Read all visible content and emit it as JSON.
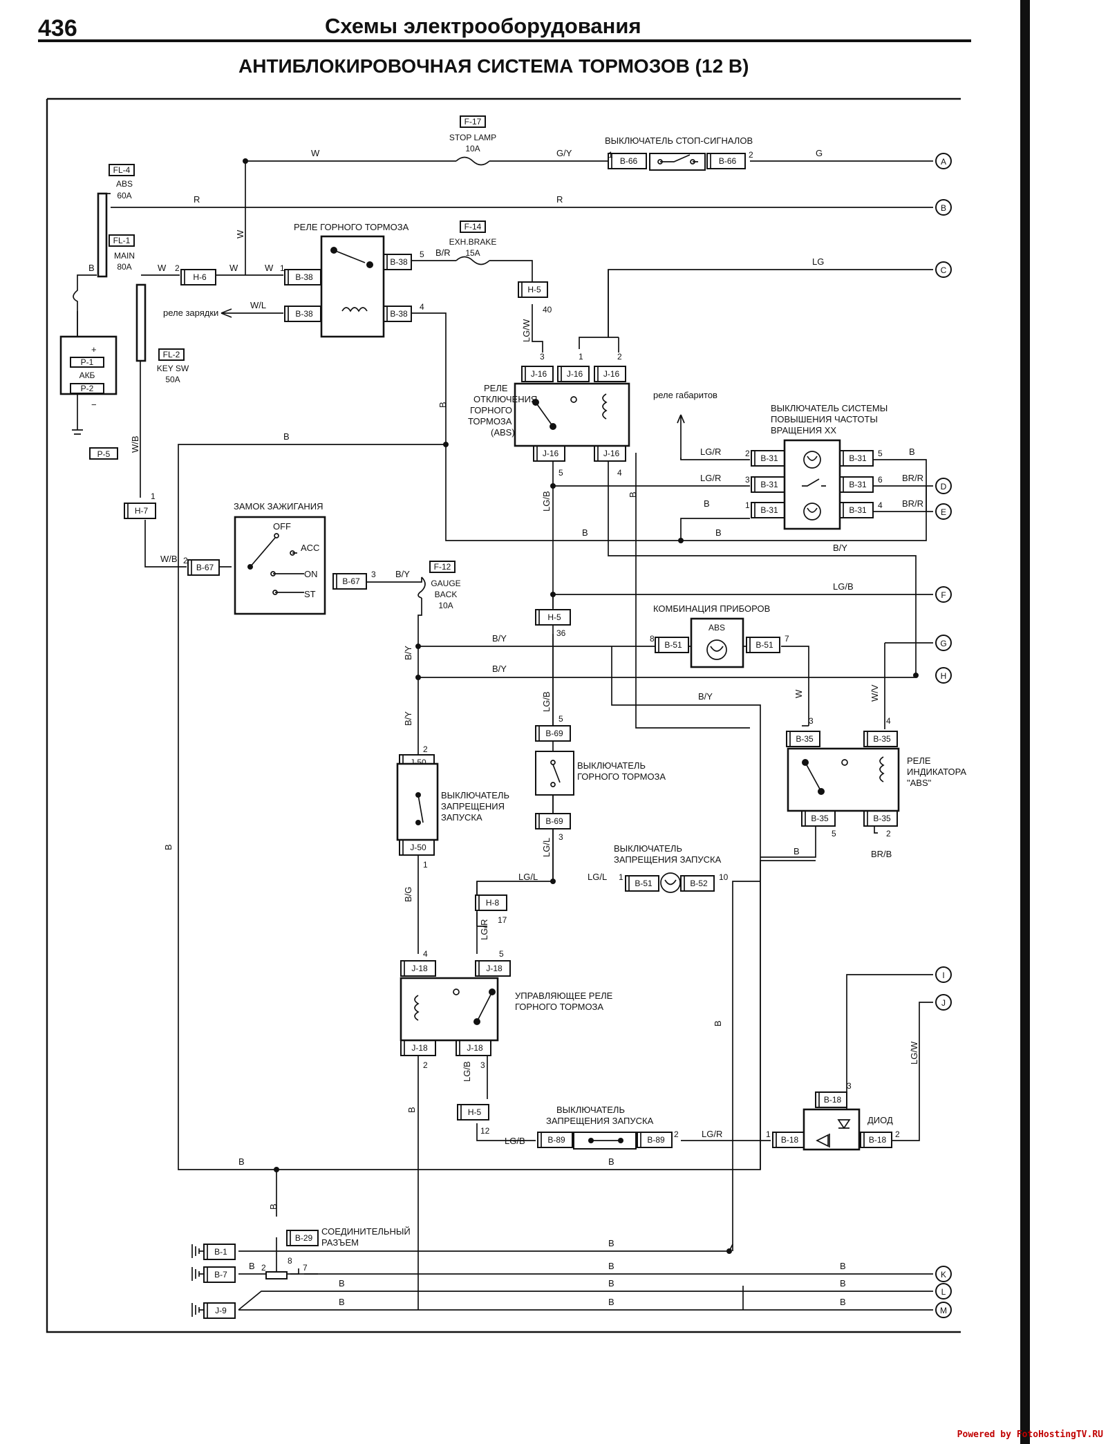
{
  "header": {
    "page_number": "436",
    "section_title": "Схемы электрооборудования",
    "diagram_title": "АНТИБЛОКИРОВОЧНАЯ СИСТЕМА ТОРМОЗОВ (12 В)"
  },
  "fuses": {
    "f17": {
      "id": "F-17",
      "name": "STOP LAMP",
      "rating": "10A"
    },
    "f14": {
      "id": "F-14",
      "name": "EXH.BRAKE",
      "rating": "15A"
    },
    "f12": {
      "id": "F-12",
      "name1": "GAUGE",
      "name2": "BACK",
      "rating": "10A"
    }
  },
  "fusible_links": {
    "fl4": {
      "id": "FL-4",
      "name": "ABS",
      "rating": "60A"
    },
    "fl1": {
      "id": "FL-1",
      "name": "MAIN",
      "rating": "80A"
    },
    "fl2": {
      "id": "FL-2",
      "name": "KEY SW",
      "rating": "50A"
    }
  },
  "battery": {
    "label": "АКБ",
    "p1": "P-1",
    "p2": "P-2",
    "p5": "P-5",
    "plus": "+",
    "minus": "−"
  },
  "labels": {
    "stop_switch": "ВЫКЛЮЧАТЕЛЬ СТОП-СИГНАЛОВ",
    "exh_relay": "РЕЛЕ ГОРНОГО ТОРМОЗА",
    "charge_relay": "реле зарядки",
    "cutoff_relay": [
      "РЕЛЕ",
      "ОТКЛЮЧЕНИЯ",
      "ГОРНОГО",
      "ТОРМОЗА",
      "(ABS)"
    ],
    "marker_relay": "реле габаритов",
    "idle_switch": [
      "ВЫКЛЮЧАТЕЛЬ СИСТЕМЫ",
      "ПОВЫШЕНИЯ ЧАСТОТЫ",
      "ВРАЩЕНИЯ ХХ"
    ],
    "ignition": "ЗАМОК ЗАЖИГАНИЯ",
    "ign_positions": [
      "OFF",
      "ACC",
      "ON",
      "ST"
    ],
    "cluster": "КОМБИНАЦИЯ ПРИБОРОВ",
    "abs_lamp": "ABS",
    "start_inhibit_a": [
      "ВЫКЛЮЧАТЕЛЬ",
      "ЗАПРЕЩЕНИЯ",
      "ЗАПУСКА"
    ],
    "exh_switch": [
      "ВЫКЛЮЧАТЕЛЬ",
      "ГОРНОГО ТОРМОЗА"
    ],
    "abs_ind_relay": [
      "РЕЛЕ",
      "ИНДИКАТОРА",
      "\"ABS\""
    ],
    "start_inhibit_b": [
      "ВЫКЛЮЧАТЕЛЬ",
      "ЗАПРЕЩЕНИЯ ЗАПУСКА"
    ],
    "ctrl_relay": [
      "УПРАВЛЯЮЩЕЕ РЕЛЕ",
      "ГОРНОГО ТОРМОЗА"
    ],
    "start_inhibit_c": [
      "ВЫКЛЮЧАТЕЛЬ",
      "ЗАПРЕЩЕНИЯ ЗАПУСКА"
    ],
    "diode": "ДИОД",
    "joint": [
      "СОЕДИНИТЕЛЬНЫЙ",
      "РАЗЪЕМ"
    ]
  },
  "terminals": [
    "A",
    "B",
    "C",
    "D",
    "E",
    "F",
    "G",
    "H",
    "I",
    "J",
    "K",
    "L",
    "M"
  ],
  "footer": {
    "credit": "Powered by FotoHostingTV.RU"
  }
}
